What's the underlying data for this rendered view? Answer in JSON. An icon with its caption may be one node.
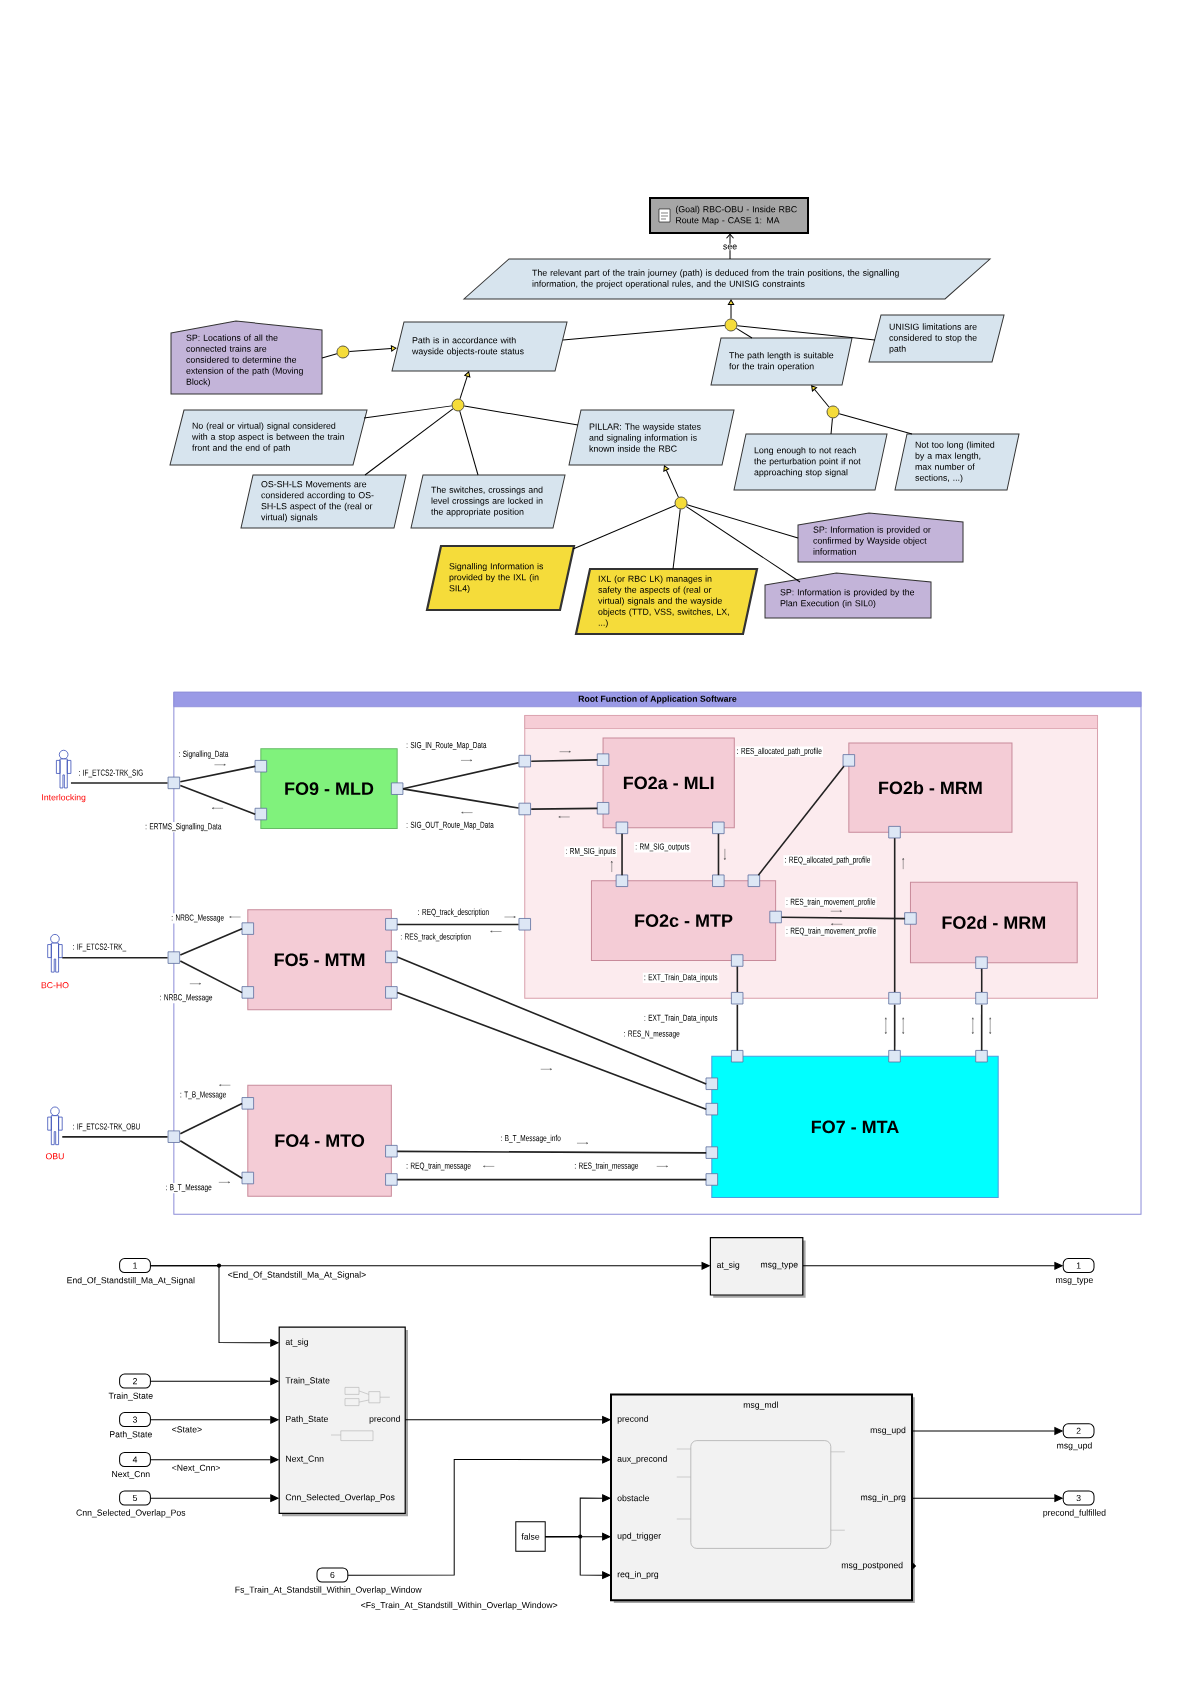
{
  "diagram": {
    "nodes": [
      {
        "text": [
          "(Goal) RBC-OBU - Inside RBC Route Map - CASE 1: MA"
        ]
      },
      {
        "text": [
          "The relevant part of the train journey (path) is deduced from the train positions, the signalling information, the project operational rules, and the UNISIG constraints"
        ]
      },
      {
        "text": [
          "SP: Locations of all the connected trains are considered to determine the extension of the path (Moving Block)"
        ]
      },
      {
        "text": [],
        "shape": "circle"
      },
      {
        "text": [
          "Path is in accordance with wayside objects-route status"
        ]
      },
      {
        "text": [],
        "shape": "circle"
      },
      {
        "text": [
          "The path length is suitable for the train operation"
        ]
      },
      {
        "text": [
          "UNISIG limitations are considered to stop the path"
        ]
      },
      {
        "text": [],
        "shape": "circle"
      },
      {
        "text": [
          "No (real or virtual) signal considered with a stop aspect is between the train front and the end of path"
        ]
      },
      {
        "text": [
          "OS-SH-LS Movements are considered according to OS-SH-LS aspect of the (real or virtual) signals"
        ]
      },
      {
        "text": [
          "The switches, crossings and level crossings are locked in the appropriate position"
        ]
      },
      {
        "text": [
          "PILLAR: The wayside states and signaling information is known inside the RBC"
        ]
      },
      {
        "text": [],
        "shape": "circle"
      },
      {
        "text": [
          "Long enough to not reach the perturbation point if not approaching stop signal"
        ]
      },
      {
        "text": [
          "Not too long (limited by a max length, max number of sections, ...)"
        ]
      },
      {
        "text": [],
        "shape": "circle"
      },
      {
        "text": [
          "Signalling Information is provided by the IXL (in SIL4)"
        ]
      },
      {
        "text": [
          "IXL (or RBC LK) manages in safety the aspects of (real or virtual) signals and the wayside objects (TTD, VSS, switches, LX, ...)"
        ]
      },
      {
        "text": [
          "SP: Information is provided or confirmed by Wayside object information"
        ]
      },
      {
        "text": [
          "SP: Information is provided by the Plan Execution (in SIL0)"
        ]
      },
      {
        "text": [
          "Root Function of Application Software"
        ]
      },
      {
        "text": [
          "Interlocking"
        ]
      },
      {
        "text": [],
        "shape": "box"
      },
      {
        "text": [
          "FO9 - MLD"
        ],
        "in": 21
      },
      {
        "text": [],
        "shape": "box",
        "in": 21
      },
      {
        "text": [],
        "shape": "box",
        "in": 21
      },
      {
        "text": [],
        "shape": "box",
        "in": 21
      },
      {
        "text": [
          "FO2a - MLI"
        ],
        "in": 25
      },
      {
        "text": [
          "FO2b - MRM"
        ],
        "in": 25
      },
      {
        "text": [
          "FO2c - MTP"
        ],
        "in": 25
      },
      {
        "text": [
          "FO2d - MRM"
        ],
        "in": 25
      },
      {
        "text": [
          "BC-HO"
        ]
      },
      {
        "text": [],
        "shape": "box"
      },
      {
        "text": [
          "FO5 - MTM"
        ],
        "in": 21
      },
      {
        "text": [],
        "shape": "box",
        "in": 21
      },
      {
        "text": [],
        "shape": "box",
        "in": 21
      },
      {
        "text": [],
        "shape": "box",
        "in": 21
      },
      {
        "text": [],
        "shape": "box",
        "in": 21
      },
      {
        "text": [
          "OBU"
        ]
      },
      {
        "text": [],
        "shape": "box"
      },
      {
        "text": [
          "FO4 - MTO"
        ],
        "in": 21
      },
      {
        "text": [
          "FO7 - MTA"
        ],
        "in": 21
      },
      {
        "text": [
          "1"
        ],
        "beside": [
          "End_Of_Standstill_Ma_At_Signal"
        ]
      },
      {
        "text": [
          "at_sig",
          "msg_type"
        ]
      },
      {
        "text": [
          "1"
        ],
        "beside": [
          "msg_type"
        ]
      },
      {
        "text": [
          "at_sig",
          "Train_State",
          "Path_State",
          "precond",
          "Next_Cnn",
          "Cnn_Selected_Overlap_Pos"
        ]
      },
      {
        "text": [
          "2"
        ],
        "beside": [
          "Train_State"
        ]
      },
      {
        "text": [
          "3"
        ],
        "beside": [
          "Path_State"
        ]
      },
      {
        "text": [
          "4"
        ],
        "beside": [
          "Next_Cnn"
        ]
      },
      {
        "text": [
          "5"
        ],
        "beside": [
          "Cnn_Selected_Overlap_Pos"
        ]
      },
      {
        "text": [
          "msg_mdl",
          "precond",
          "msg_upd",
          "aux_precond",
          "obstacle",
          "msg_in_prg",
          "upd_trigger",
          "msg_postponed",
          "req_in_prg"
        ]
      },
      {
        "text": [
          "2"
        ],
        "beside": [
          "msg_upd"
        ]
      },
      {
        "text": [
          "3"
        ],
        "beside": [
          "precond_fulfilled"
        ]
      },
      {
        "text": [
          "false"
        ]
      },
      {
        "text": [
          "6"
        ],
        "beside": [
          "Fs_Train_At_Standstill_Within_Overlap_Window"
        ]
      }
    ],
    "edges": [
      {
        "from": 1,
        "to": 0,
        "arrow": "to",
        "label": "see"
      },
      {
        "from": 2,
        "to": 3,
        "arrow": "none"
      },
      {
        "from": 3,
        "to": 4,
        "arrow": "to"
      },
      {
        "from": 5,
        "to": 1,
        "arrow": "to"
      },
      {
        "from": 4,
        "to": 5,
        "arrow": "none"
      },
      {
        "from": 6,
        "to": 5,
        "arrow": "none"
      },
      {
        "from": 7,
        "to": 5,
        "arrow": "none"
      },
      {
        "from": 8,
        "to": 4,
        "arrow": "to"
      },
      {
        "from": 9,
        "to": 8,
        "arrow": "none"
      },
      {
        "from": 10,
        "to": 8,
        "arrow": "none"
      },
      {
        "from": 11,
        "to": 8,
        "arrow": "none"
      },
      {
        "from": 12,
        "to": 8,
        "arrow": "none"
      },
      {
        "from": 13,
        "to": 6,
        "arrow": "to"
      },
      {
        "from": 14,
        "to": 13,
        "arrow": "none"
      },
      {
        "from": 15,
        "to": 13,
        "arrow": "none"
      },
      {
        "from": 16,
        "to": 12,
        "arrow": "to"
      },
      {
        "from": 17,
        "to": 16,
        "arrow": "none"
      },
      {
        "from": 18,
        "to": 16,
        "arrow": "none"
      },
      {
        "from": 19,
        "to": 16,
        "arrow": "none"
      },
      {
        "from": 20,
        "to": 16,
        "arrow": "none"
      },
      {
        "from": 22,
        "to": 23,
        "arrow": "none",
        "label": ": IF_ETCS2-TRK_SIG"
      },
      {
        "from": 23,
        "to": 24,
        "arrow": "none",
        "label": ": Signalling_Data"
      },
      {
        "from": 23,
        "to": 24,
        "arrow": "none",
        "label": ": ERTMS_Signalling_Data"
      },
      {
        "from": 24,
        "to": 26,
        "arrow": "none",
        "label": ": SIG_IN_Route_Map_Data"
      },
      {
        "from": 24,
        "to": 27,
        "arrow": "none",
        "label": ": SIG_OUT_Route_Map_Data"
      },
      {
        "from": 26,
        "to": 28,
        "arrow": "none"
      },
      {
        "from": 27,
        "to": 28,
        "arrow": "none"
      },
      {
        "from": 28,
        "to": 30,
        "arrow": "none",
        "label": ": RM_SIG_inputs"
      },
      {
        "from": 28,
        "to": 30,
        "arrow": "none",
        "label": ": RM_SIG_outputs"
      },
      {
        "from": 30,
        "to": 29,
        "arrow": "none",
        "label": ": RES_allocated_path_profile"
      },
      {
        "from": 30,
        "to": 31,
        "arrow": "none",
        "label": ": RES_train_movement_profile"
      },
      {
        "from": 34,
        "to": 35,
        "arrow": "none",
        "label": ": REQ_track_description"
      },
      {
        "from": 30,
        "to": 36,
        "arrow": "none",
        "label": ": EXT_Train_Data_inputs"
      },
      {
        "from": 36,
        "to": 42,
        "arrow": "none",
        "label": ": EXT_Train_Data_inputs"
      },
      {
        "from": 29,
        "to": 37,
        "arrow": "none"
      },
      {
        "from": 37,
        "to": 42,
        "arrow": "none"
      },
      {
        "from": 31,
        "to": 38,
        "arrow": "none"
      },
      {
        "from": 38,
        "to": 42,
        "arrow": "none"
      },
      {
        "from": 32,
        "to": 33,
        "arrow": "none",
        "label": ": IF_ETCS2-TRK_"
      },
      {
        "from": 33,
        "to": 34,
        "arrow": "none",
        "label": ": NRBC_Message"
      },
      {
        "from": 33,
        "to": 34,
        "arrow": "none",
        "label": ": NRBC_Message"
      },
      {
        "from": 34,
        "to": 42,
        "arrow": "none",
        "label": ": RES_N_message"
      },
      {
        "from": 34,
        "to": 42,
        "arrow": "none"
      },
      {
        "from": 39,
        "to": 40,
        "arrow": "none",
        "label": ": IF_ETCS2-TRK_OBU"
      },
      {
        "from": 40,
        "to": 41,
        "arrow": "none",
        "label": ": T_B_Message"
      },
      {
        "from": 40,
        "to": 41,
        "arrow": "none",
        "label": ": B_T_Message"
      },
      {
        "from": 41,
        "to": 42,
        "arrow": "none",
        "label": ": B_T_Message_info"
      },
      {
        "from": 41,
        "to": 42,
        "arrow": "none",
        "label": ": REQ_train_message"
      },
      {
        "from": 43,
        "to": 44,
        "arrow": "to",
        "label": "<End_Of_Standstill_Ma_At_Signal>"
      },
      {
        "from": 43,
        "to": 46,
        "arrow": "to"
      },
      {
        "from": 44,
        "to": 45,
        "arrow": "to"
      },
      {
        "from": 47,
        "to": 46,
        "arrow": "to"
      },
      {
        "from": 48,
        "to": 46,
        "arrow": "to",
        "label": "<State>"
      },
      {
        "from": 49,
        "to": 46,
        "arrow": "to",
        "label": "<Next_Cnn>"
      },
      {
        "from": 50,
        "to": 46,
        "arrow": "to"
      },
      {
        "from": 46,
        "to": 51,
        "arrow": "to"
      },
      {
        "from": 55,
        "to": 51,
        "arrow": "to",
        "label": "<Fs_Train_At_Standstill_Within_Overlap_Window>"
      },
      {
        "from": 54,
        "to": 51,
        "arrow": "to"
      },
      {
        "from": 54,
        "to": 51,
        "arrow": "to"
      },
      {
        "from": 54,
        "to": 51,
        "arrow": "to"
      },
      {
        "from": 51,
        "to": 52,
        "arrow": "to"
      },
      {
        "from": 51,
        "to": 53,
        "arrow": "to"
      }
    ],
    "labels": [
      ": REQ_allocated_path_profile",
      ": REQ_train_movement_profile",
      ": RES_track_description",
      ": RES_train_message"
    ]
  }
}
